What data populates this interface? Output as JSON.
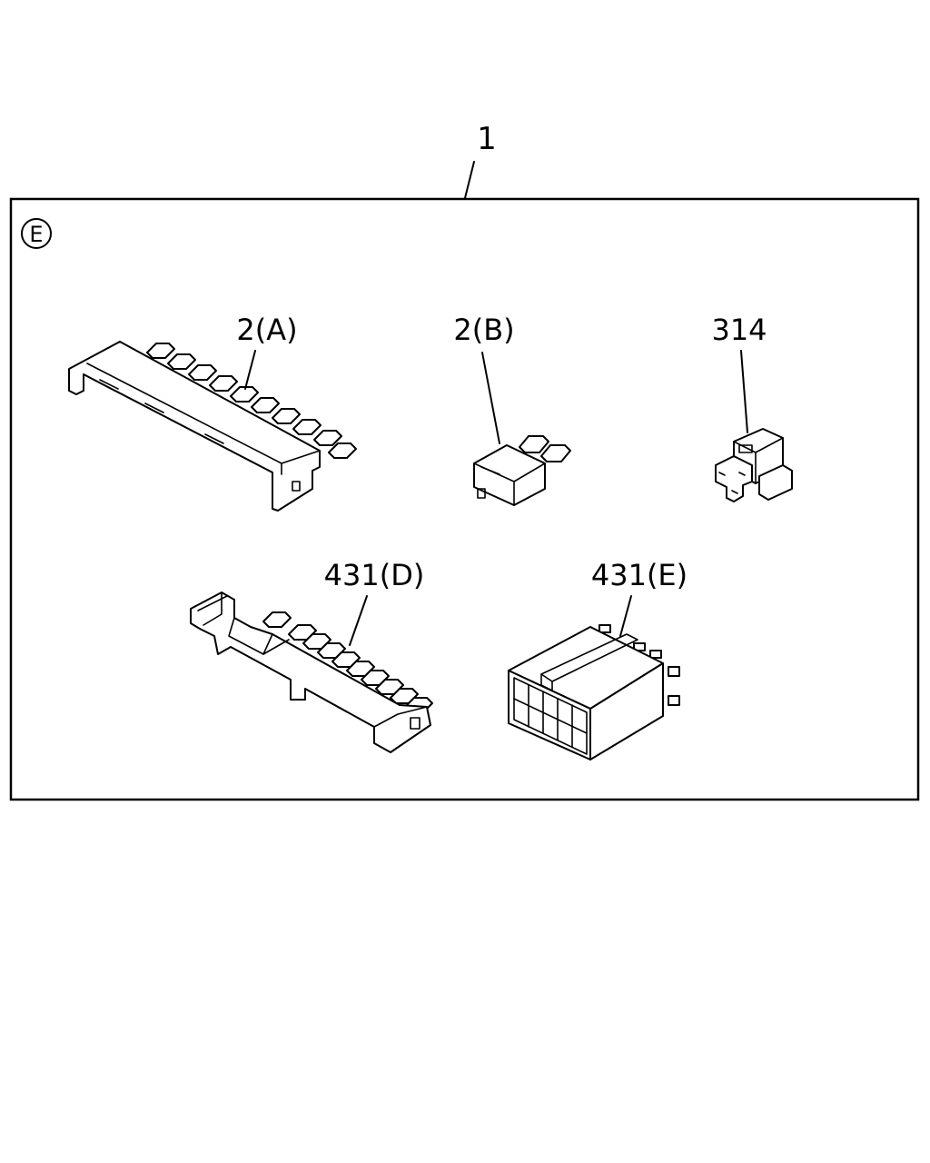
{
  "diagram": {
    "assembly_callout": "1",
    "view_marker": "E",
    "parts": [
      {
        "id": "part-2a",
        "label": "2(A)"
      },
      {
        "id": "part-2b",
        "label": "2(B)"
      },
      {
        "id": "part-314",
        "label": "314"
      },
      {
        "id": "part-431d",
        "label": "431(D)"
      },
      {
        "id": "part-431e",
        "label": "431(E)"
      }
    ]
  }
}
